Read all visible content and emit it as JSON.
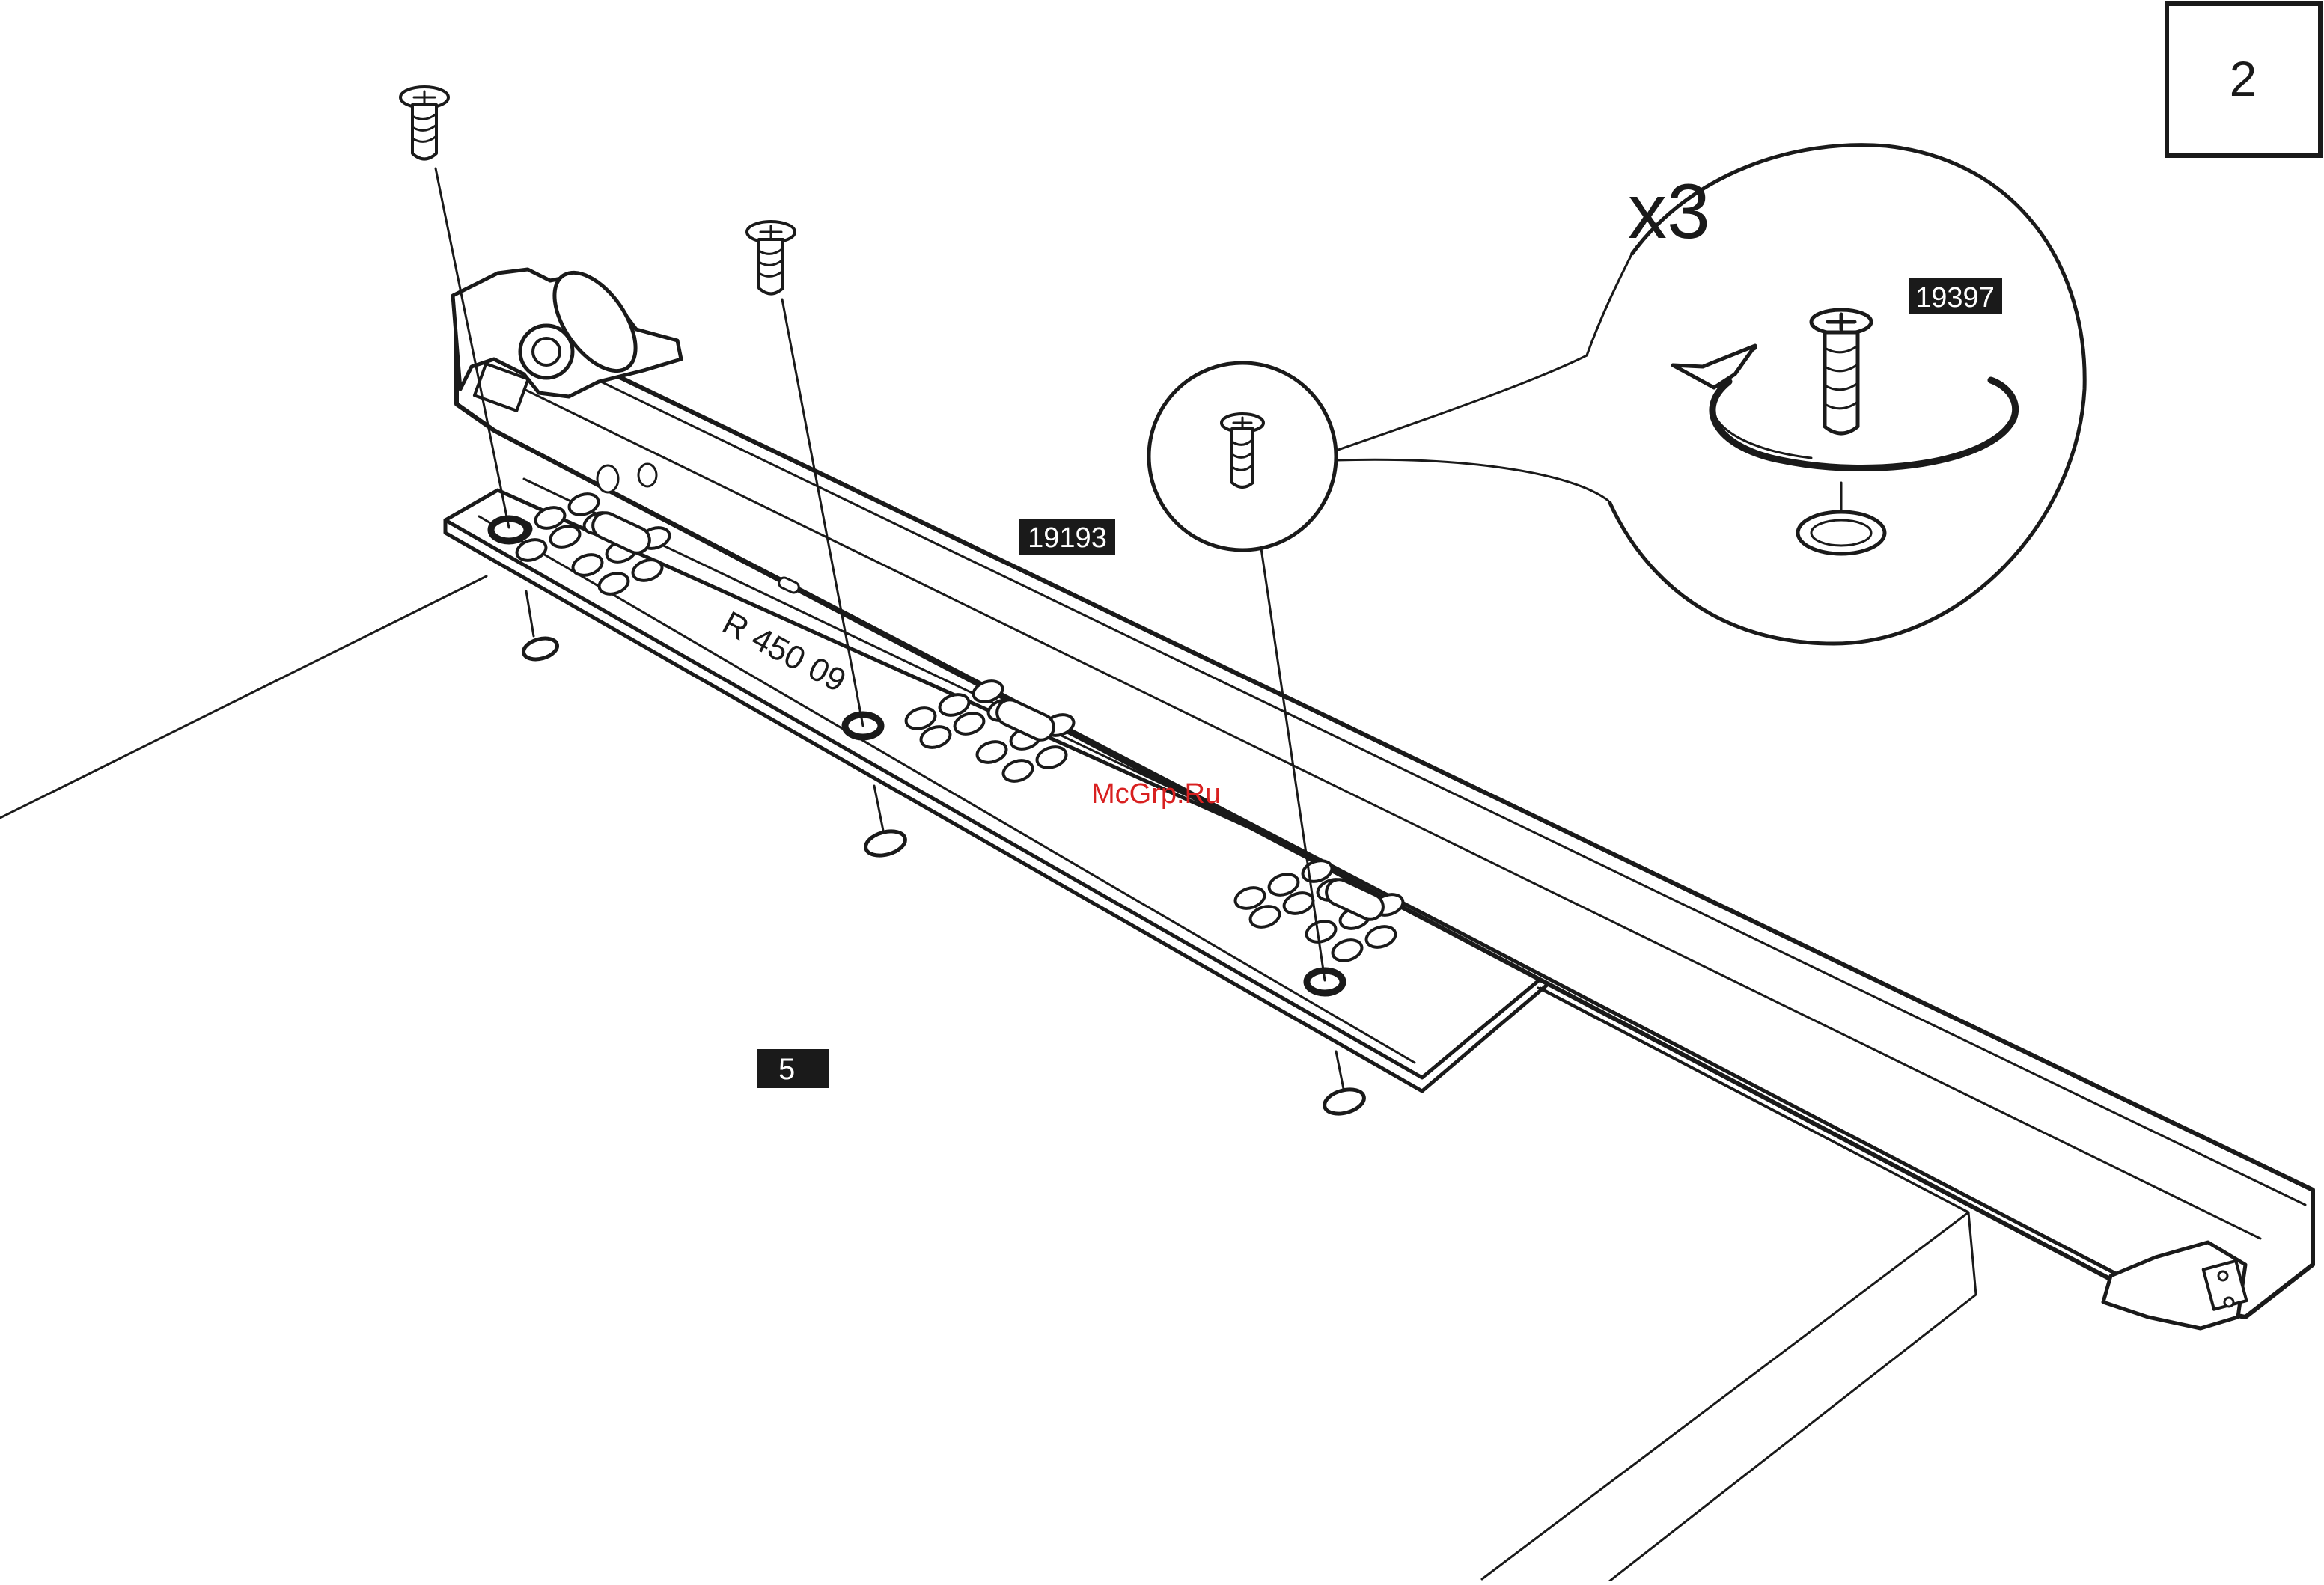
{
  "step_number": "2",
  "quantity": "x3",
  "labels": {
    "rail_part": "19193",
    "screw_part": "19397",
    "panel_part": "5",
    "rail_marking": "R 450 09"
  },
  "watermark": "McGrp.Ru",
  "colors": {
    "ink": "#1a1a1a",
    "label_bg": "#1a1a1a",
    "label_text": "#ffffff",
    "watermark": "#d82020"
  },
  "icons": [
    "phillips-screw-icon",
    "rotate-clockwise-icon",
    "screw-hole-icon"
  ]
}
